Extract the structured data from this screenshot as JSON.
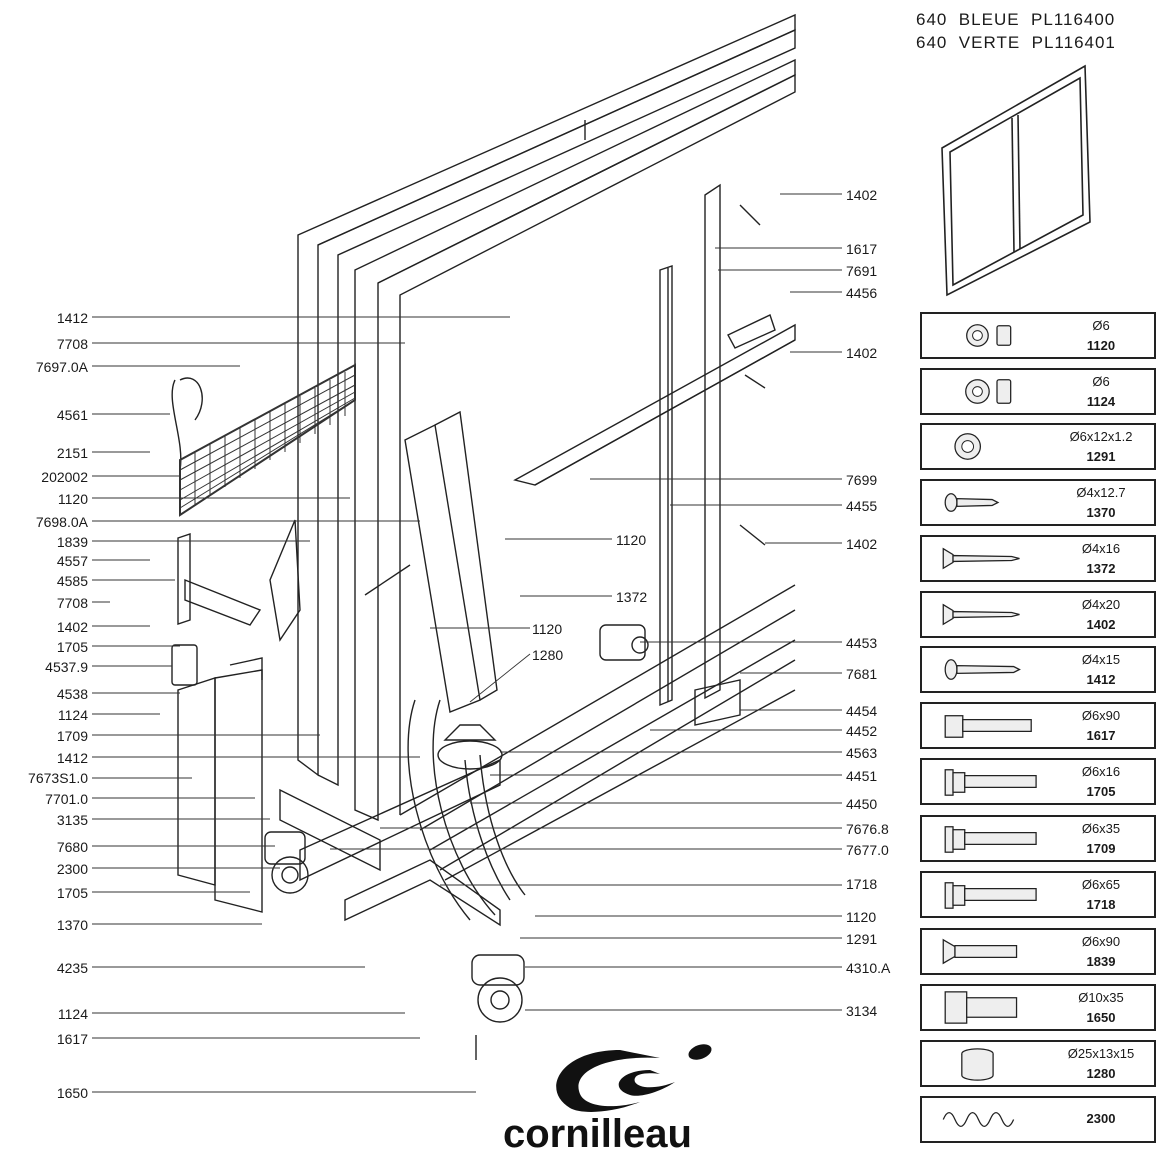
{
  "title_lines": [
    "640  BLEUE  PL116400",
    "640  VERTE  PL116401"
  ],
  "brand": "cornilleau",
  "left_labels": [
    "1412",
    "7708",
    "7697.0A",
    "4561",
    "2151",
    "202002",
    "1120",
    "7698.0A",
    "1839",
    "4557",
    "4585",
    "7708",
    "1402",
    "1705",
    "4537.9",
    "4538",
    "1124",
    "1709",
    "1412",
    "7673S1.0",
    "7701.0",
    "3135",
    "7680",
    "2300",
    "1705",
    "1370",
    "4235",
    "1124",
    "1617",
    "1650"
  ],
  "right_labels": [
    "1402",
    "1617",
    "7691",
    "4456",
    "1402",
    "7699",
    "4455",
    "1120",
    "1402",
    "1372",
    "1120",
    "1280",
    "4453",
    "7681",
    "4454",
    "4452",
    "4563",
    "4451",
    "4450",
    "7676.8",
    "7677.0",
    "1718",
    "1120",
    "1291",
    "4310.A",
    "3134"
  ],
  "hardware": [
    {
      "size": "Ø6",
      "ref": "1120",
      "icon": "nut-icon"
    },
    {
      "size": "Ø6",
      "ref": "1124",
      "icon": "flange-nut-icon"
    },
    {
      "size": "Ø6x12x1.2",
      "ref": "1291",
      "icon": "washer-icon"
    },
    {
      "size": "Ø4x12.7",
      "ref": "1370",
      "icon": "short-screw-icon"
    },
    {
      "size": "Ø4x16",
      "ref": "1372",
      "icon": "countersunk-screw-icon"
    },
    {
      "size": "Ø4x20",
      "ref": "1402",
      "icon": "countersunk-screw-icon"
    },
    {
      "size": "Ø4x15",
      "ref": "1412",
      "icon": "pan-screw-icon"
    },
    {
      "size": "Ø6x90",
      "ref": "1617",
      "icon": "hex-bolt-icon"
    },
    {
      "size": "Ø6x16",
      "ref": "1705",
      "icon": "flange-bolt-icon"
    },
    {
      "size": "Ø6x35",
      "ref": "1709",
      "icon": "flange-bolt-icon"
    },
    {
      "size": "Ø6x65",
      "ref": "1718",
      "icon": "flange-bolt-icon"
    },
    {
      "size": "Ø6x90",
      "ref": "1839",
      "icon": "countersunk-bolt-icon"
    },
    {
      "size": "Ø10x35",
      "ref": "1650",
      "icon": "large-hex-bolt-icon"
    },
    {
      "size": "Ø25x13x15",
      "ref": "1280",
      "icon": "spacer-icon"
    },
    {
      "size": "",
      "ref": "2300",
      "icon": "spring-icon"
    }
  ],
  "colors": {
    "line": "#222222",
    "mesh": "#333333",
    "background": "#ffffff"
  }
}
